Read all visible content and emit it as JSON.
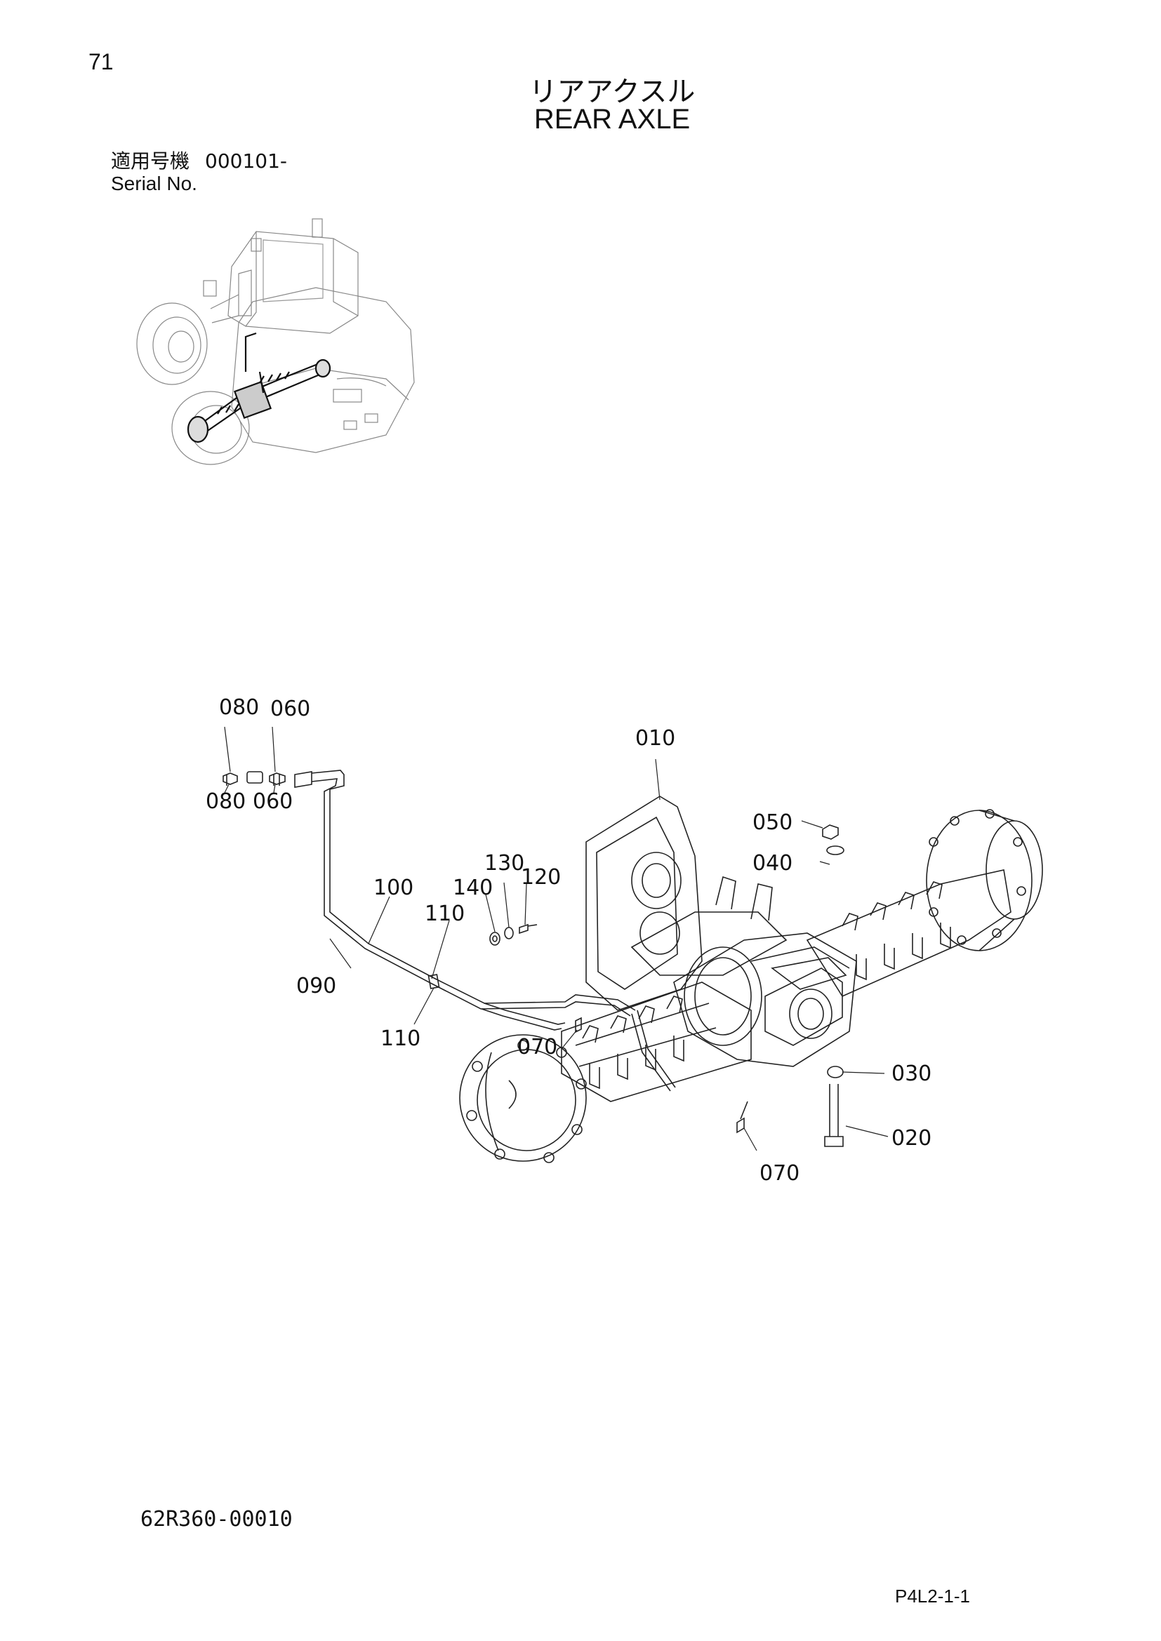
{
  "header": {
    "page_number": "71",
    "title_jp": "リアアクスル",
    "title_en": "REAR AXLE",
    "serial_label_jp": "適用号機",
    "serial_value": "000101-",
    "serial_label_en": "Serial No."
  },
  "callouts": {
    "c010": "010",
    "c020": "020",
    "c030": "030",
    "c040": "040",
    "c050": "050",
    "c060a": "060",
    "c060b": "060",
    "c070a": "070",
    "c070b": "070",
    "c080a": "080",
    "c080b": "080",
    "c090": "090",
    "c100": "100",
    "c110a": "110",
    "c110b": "110",
    "c120": "120",
    "c130": "130",
    "c140": "140"
  },
  "footer": {
    "doc_code": "62R360-00010",
    "page_code": "P4L2-1-1"
  }
}
